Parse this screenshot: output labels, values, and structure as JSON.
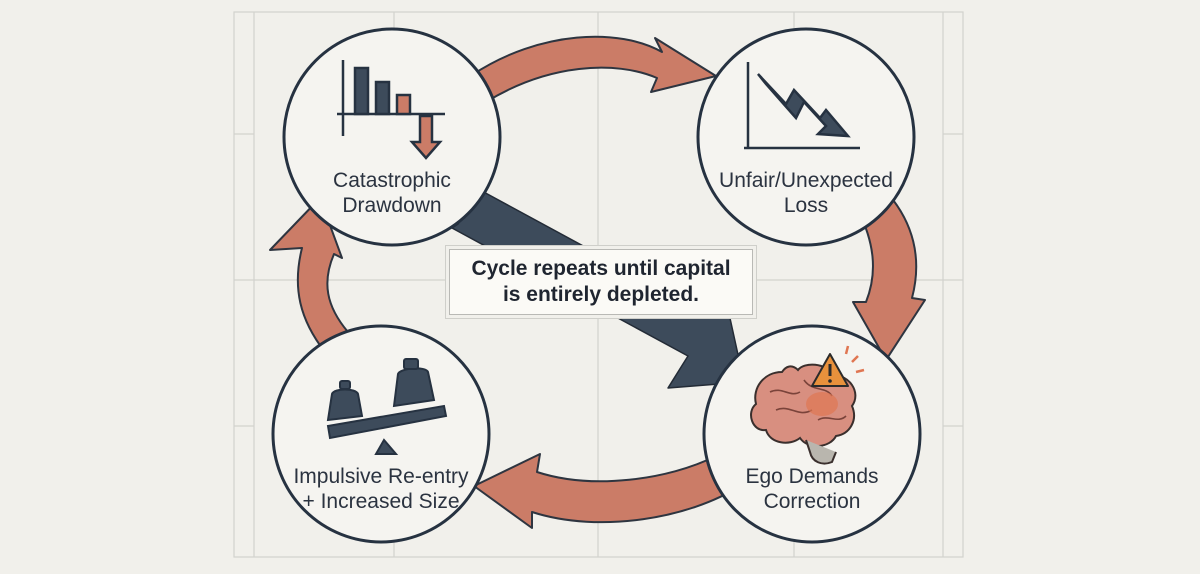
{
  "diagram": {
    "nodes": [
      {
        "id": "catastrophic-drawdown",
        "lines": [
          "Catastrophic",
          "Drawdown"
        ],
        "icon": "bar-chart-decline-icon"
      },
      {
        "id": "unfair-loss",
        "lines": [
          "Unfair/Unexpected",
          "Loss"
        ],
        "icon": "downtrend-chart-icon"
      },
      {
        "id": "ego-demands",
        "lines": [
          "Ego Demands",
          "Correction"
        ],
        "icon": "brain-warning-icon"
      },
      {
        "id": "impulsive-reentry",
        "lines": [
          "Impulsive Re-entry",
          "+ Increased Size"
        ],
        "icon": "weight-scale-icon"
      }
    ],
    "center_note": [
      "Cycle repeats until capital",
      "is entirely depleted."
    ],
    "colors": {
      "cycle_arrow": "#cb7c67",
      "diagonal_arrow": "#3d4b5b",
      "circle_stroke": "#263241",
      "circle_fill": "#f5f4f0",
      "warning": "#e8913c",
      "brain": "#d88f80"
    }
  }
}
